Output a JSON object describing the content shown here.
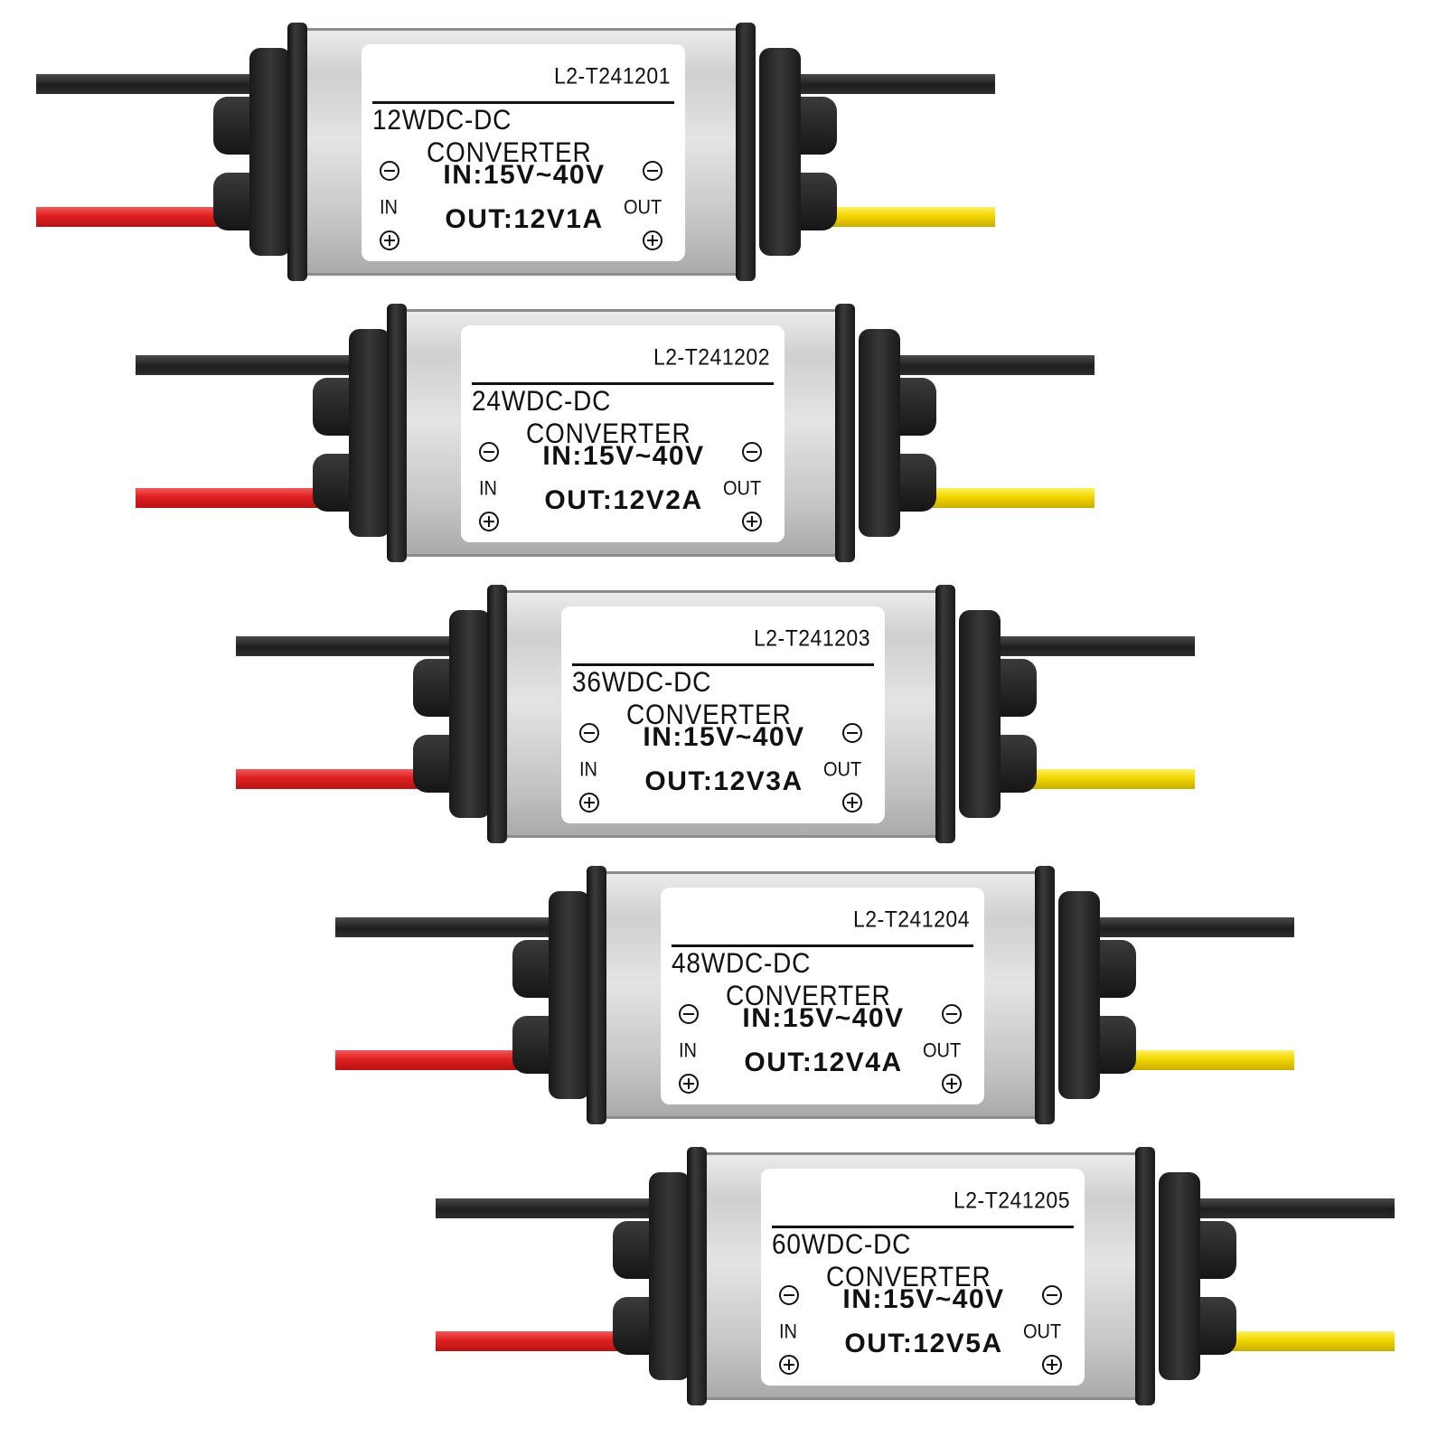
{
  "image": {
    "description_colors": {
      "negative_wire": "#222222",
      "input_positive_wire": "#e01f1f",
      "output_positive_wire": "#f1d600",
      "housing": "#cfcfcf",
      "grommet": "#1e1e1e"
    }
  },
  "converters": [
    {
      "model": "L2-T241201",
      "power": "12W",
      "title": "DC-DC CONVERTER",
      "input": "IN:15V~40V",
      "output": "OUT:12V1A",
      "in_label": "IN",
      "out_label": "OUT"
    },
    {
      "model": "L2-T241202",
      "power": "24W",
      "title": "DC-DC CONVERTER",
      "input": "IN:15V~40V",
      "output": "OUT:12V2A",
      "in_label": "IN",
      "out_label": "OUT"
    },
    {
      "model": "L2-T241203",
      "power": "36W",
      "title": "DC-DC CONVERTER",
      "input": "IN:15V~40V",
      "output": "OUT:12V3A",
      "in_label": "IN",
      "out_label": "OUT"
    },
    {
      "model": "L2-T241204",
      "power": "48W",
      "title": "DC-DC CONVERTER",
      "input": "IN:15V~40V",
      "output": "OUT:12V4A",
      "in_label": "IN",
      "out_label": "OUT"
    },
    {
      "model": "L2-T241205",
      "power": "60W",
      "title": "DC-DC CONVERTER",
      "input": "IN:15V~40V",
      "output": "OUT:12V5A",
      "in_label": "IN",
      "out_label": "OUT"
    }
  ]
}
